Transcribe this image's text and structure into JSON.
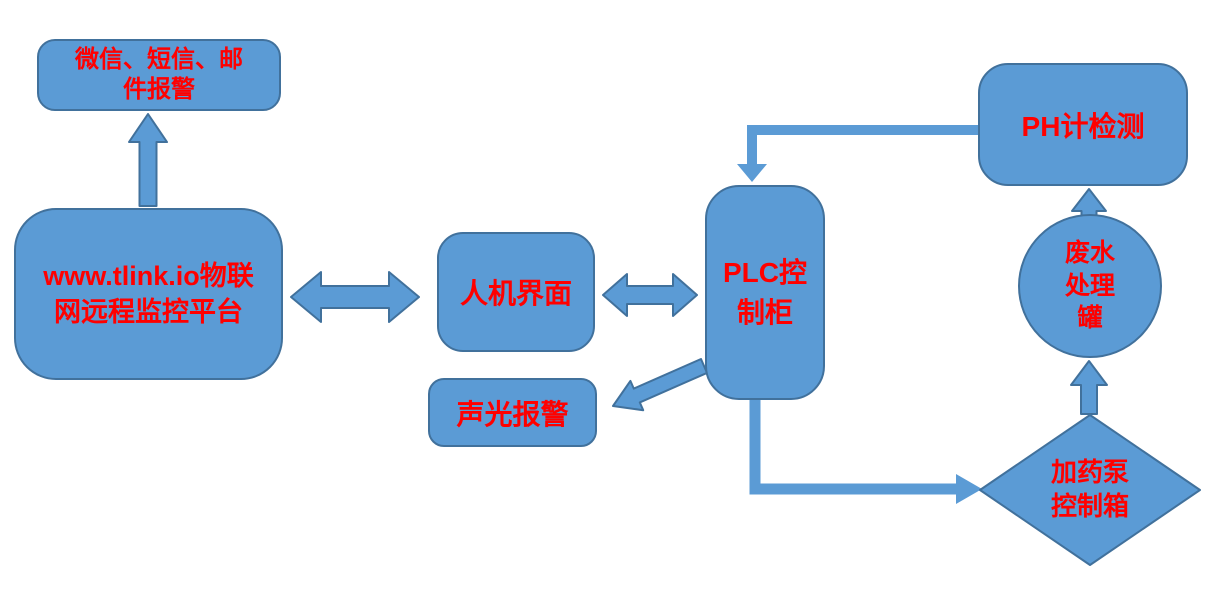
{
  "diagram": {
    "type": "flowchart",
    "colors": {
      "node_fill": "#5B9BD5",
      "node_border": "#41719C",
      "label_text": "#FF0000",
      "background": "#FFFFFF"
    },
    "nodes": {
      "alert": {
        "shape": "rounded-rectangle",
        "label": "微信、短信、邮\n件报警"
      },
      "platform": {
        "shape": "rounded-rectangle",
        "label": "www.tlink.io物联\n网远程监控平台"
      },
      "hmi": {
        "shape": "rounded-rectangle",
        "label": "人机界面"
      },
      "sound_alarm": {
        "shape": "rounded-rectangle",
        "label": "声光报警"
      },
      "plc": {
        "shape": "rounded-rectangle",
        "label": "PLC控\n制柜"
      },
      "ph_meter": {
        "shape": "rounded-rectangle",
        "label": "PH计检测"
      },
      "tank": {
        "shape": "circle",
        "label": "废水\n处理\n罐"
      },
      "pump": {
        "shape": "diamond",
        "label": "加药泵\n控制箱"
      }
    },
    "edges": [
      {
        "from": "platform",
        "to": "alert",
        "type": "arrow",
        "direction": "up"
      },
      {
        "from": "platform",
        "to": "hmi",
        "type": "double-arrow",
        "direction": "horizontal"
      },
      {
        "from": "hmi",
        "to": "plc",
        "type": "double-arrow",
        "direction": "horizontal"
      },
      {
        "from": "plc",
        "to": "sound_alarm",
        "type": "arrow",
        "direction": "down-left"
      },
      {
        "from": "ph_meter",
        "to": "plc",
        "type": "elbow-arrow",
        "direction": "left-then-down"
      },
      {
        "from": "plc",
        "to": "pump",
        "type": "elbow-arrow",
        "direction": "down-then-right"
      },
      {
        "from": "pump",
        "to": "tank",
        "type": "arrow",
        "direction": "up"
      },
      {
        "from": "tank",
        "to": "ph_meter",
        "type": "arrow",
        "direction": "up"
      }
    ]
  }
}
